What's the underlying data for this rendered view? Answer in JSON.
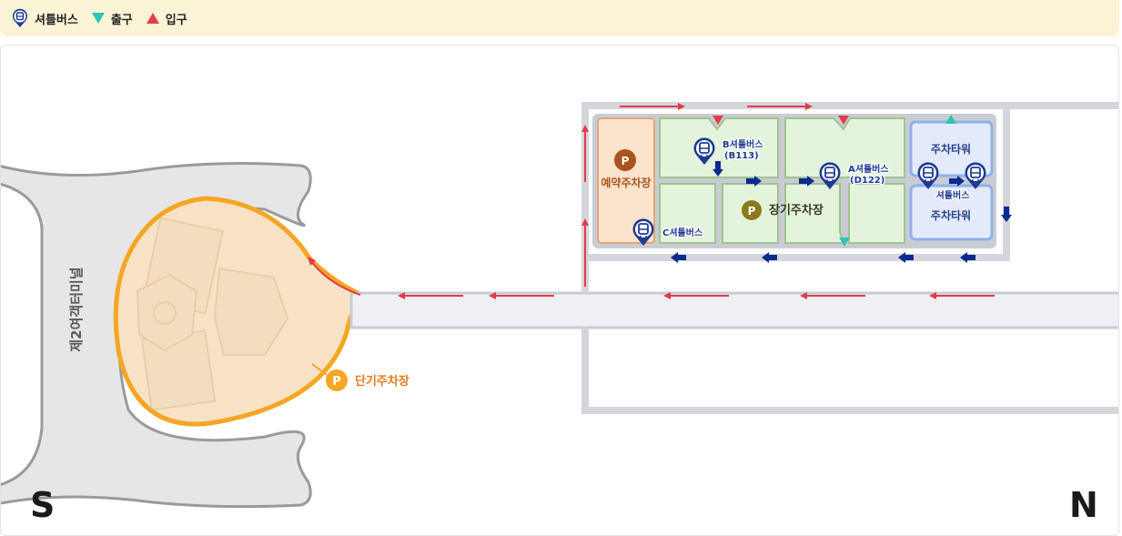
{
  "legend": {
    "shuttle_label": "셔틀버스",
    "exit_label": "출구",
    "entrance_label": "입구"
  },
  "map": {
    "terminal_label": "제2여객터미널",
    "short_term_parking_label": "단기주차장",
    "reserved_parking_label": "예약주차장",
    "long_term_parking_label": "장기주차장",
    "parking_tower_upper_label": "주차타워",
    "parking_tower_lower_label": "주차타워",
    "parking_symbol": "P",
    "shuttle_b_label": "B셔틀버스",
    "shuttle_b_code": "(B113)",
    "shuttle_a_label": "A셔틀버스",
    "shuttle_a_code": "(D122)",
    "shuttle_c_label": "C셔틀버스",
    "shuttle_tower_label": "셔틀버스",
    "compass_south": "S",
    "compass_north": "N"
  },
  "colors": {
    "legend_bg": "#fbf3d6",
    "road": "#d4d6dc",
    "entrance_arrow": "#e23b4a",
    "exit_marker": "#2ec4b6",
    "flow_arrow": "#0a2a8f",
    "shuttle_marker": "#1f3a93",
    "short_term_parking": "#f5a623",
    "reserved_parking": "#a9541a",
    "long_term_parking": "#8a7a1e",
    "long_term_lot_fill": "#e4f4dc",
    "reserved_lot_fill": "#fbe3cc",
    "tower_fill": "#e3ebfb",
    "tower_border": "#8fb0ea"
  }
}
